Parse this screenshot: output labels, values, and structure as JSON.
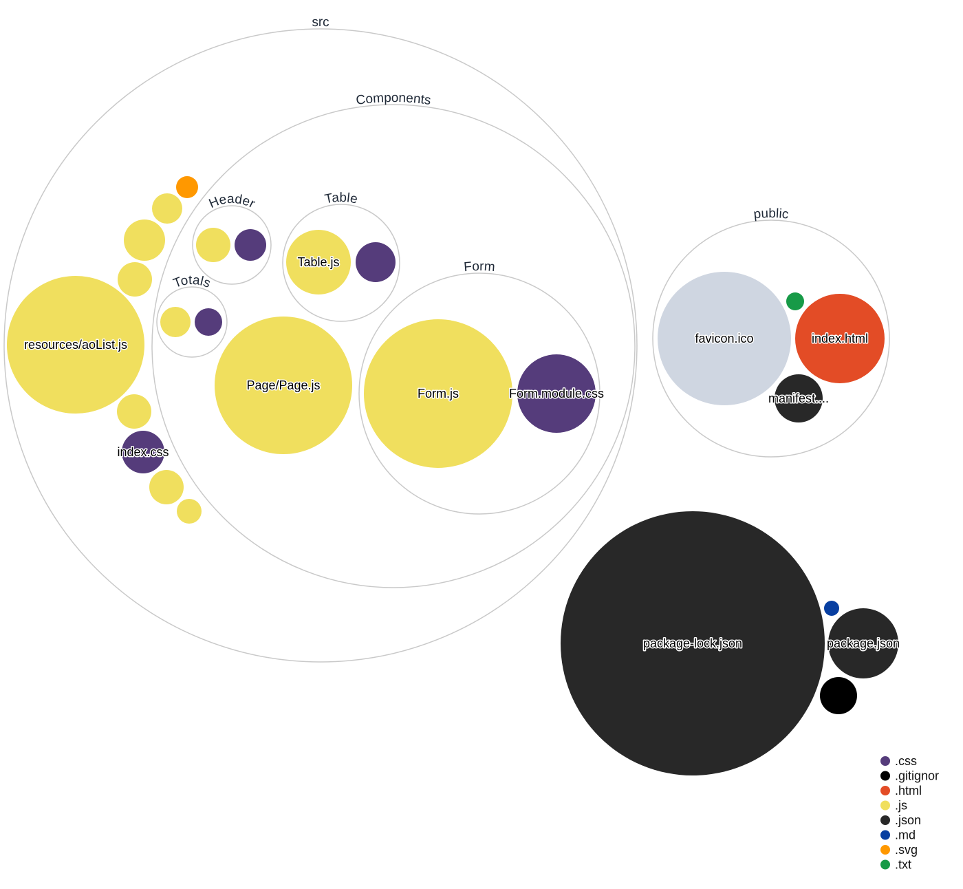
{
  "colors": {
    "css": "#553c7b",
    "gitignor": "#000000",
    "html": "#e34c26",
    "js": "#f0df5e",
    "json": "#282828",
    "md": "#083fa1",
    "svg": "#ff9800",
    "txt": "#179a47",
    "ico": "#cfd6e1",
    "folder_stroke": "#c9c9c9"
  },
  "folders": [
    {
      "id": "src",
      "label": "src"
    },
    {
      "id": "components",
      "label": "Components"
    },
    {
      "id": "header",
      "label": "Header"
    },
    {
      "id": "table",
      "label": "Table"
    },
    {
      "id": "totals",
      "label": "Totals"
    },
    {
      "id": "form",
      "label": "Form"
    },
    {
      "id": "public",
      "label": "public"
    }
  ],
  "files": [
    {
      "id": "src-svg",
      "ext": "svg",
      "label": ""
    },
    {
      "id": "src-js-1",
      "ext": "js",
      "label": ""
    },
    {
      "id": "src-js-2",
      "ext": "js",
      "label": ""
    },
    {
      "id": "src-js-3",
      "ext": "js",
      "label": ""
    },
    {
      "id": "resources-aolist",
      "ext": "js",
      "label": "resources/aoList.js"
    },
    {
      "id": "src-js-4",
      "ext": "js",
      "label": ""
    },
    {
      "id": "index-css",
      "ext": "css",
      "label": "index.css"
    },
    {
      "id": "src-js-5",
      "ext": "js",
      "label": ""
    },
    {
      "id": "src-js-6",
      "ext": "js",
      "label": ""
    },
    {
      "id": "header-js",
      "ext": "js",
      "label": ""
    },
    {
      "id": "header-css",
      "ext": "css",
      "label": ""
    },
    {
      "id": "table-js",
      "ext": "js",
      "label": "Table.js"
    },
    {
      "id": "table-css",
      "ext": "css",
      "label": ""
    },
    {
      "id": "totals-js",
      "ext": "js",
      "label": ""
    },
    {
      "id": "totals-css",
      "ext": "css",
      "label": ""
    },
    {
      "id": "page-js",
      "ext": "js",
      "label": "Page/Page.js"
    },
    {
      "id": "form-js",
      "ext": "js",
      "label": "Form.js"
    },
    {
      "id": "form-css",
      "ext": "css",
      "label": "Form.module.css"
    },
    {
      "id": "favicon",
      "ext": "ico",
      "label": "favicon.ico"
    },
    {
      "id": "robots-txt",
      "ext": "txt",
      "label": ""
    },
    {
      "id": "index-html",
      "ext": "html",
      "label": "index.html"
    },
    {
      "id": "manifest",
      "ext": "json",
      "label": "manifest...."
    },
    {
      "id": "package-lock",
      "ext": "json",
      "label": "package-lock.json"
    },
    {
      "id": "readme-md",
      "ext": "md",
      "label": ""
    },
    {
      "id": "package-json",
      "ext": "json",
      "label": "package.json"
    },
    {
      "id": "gitignore",
      "ext": "gitignor",
      "label": ""
    }
  ],
  "legend": [
    {
      "ext": "css",
      "label": ".css"
    },
    {
      "ext": "gitignor",
      "label": ".gitignor"
    },
    {
      "ext": "html",
      "label": ".html"
    },
    {
      "ext": "js",
      "label": ".js"
    },
    {
      "ext": "json",
      "label": ".json"
    },
    {
      "ext": "md",
      "label": ".md"
    },
    {
      "ext": "svg",
      "label": ".svg"
    },
    {
      "ext": "txt",
      "label": ".txt"
    }
  ]
}
